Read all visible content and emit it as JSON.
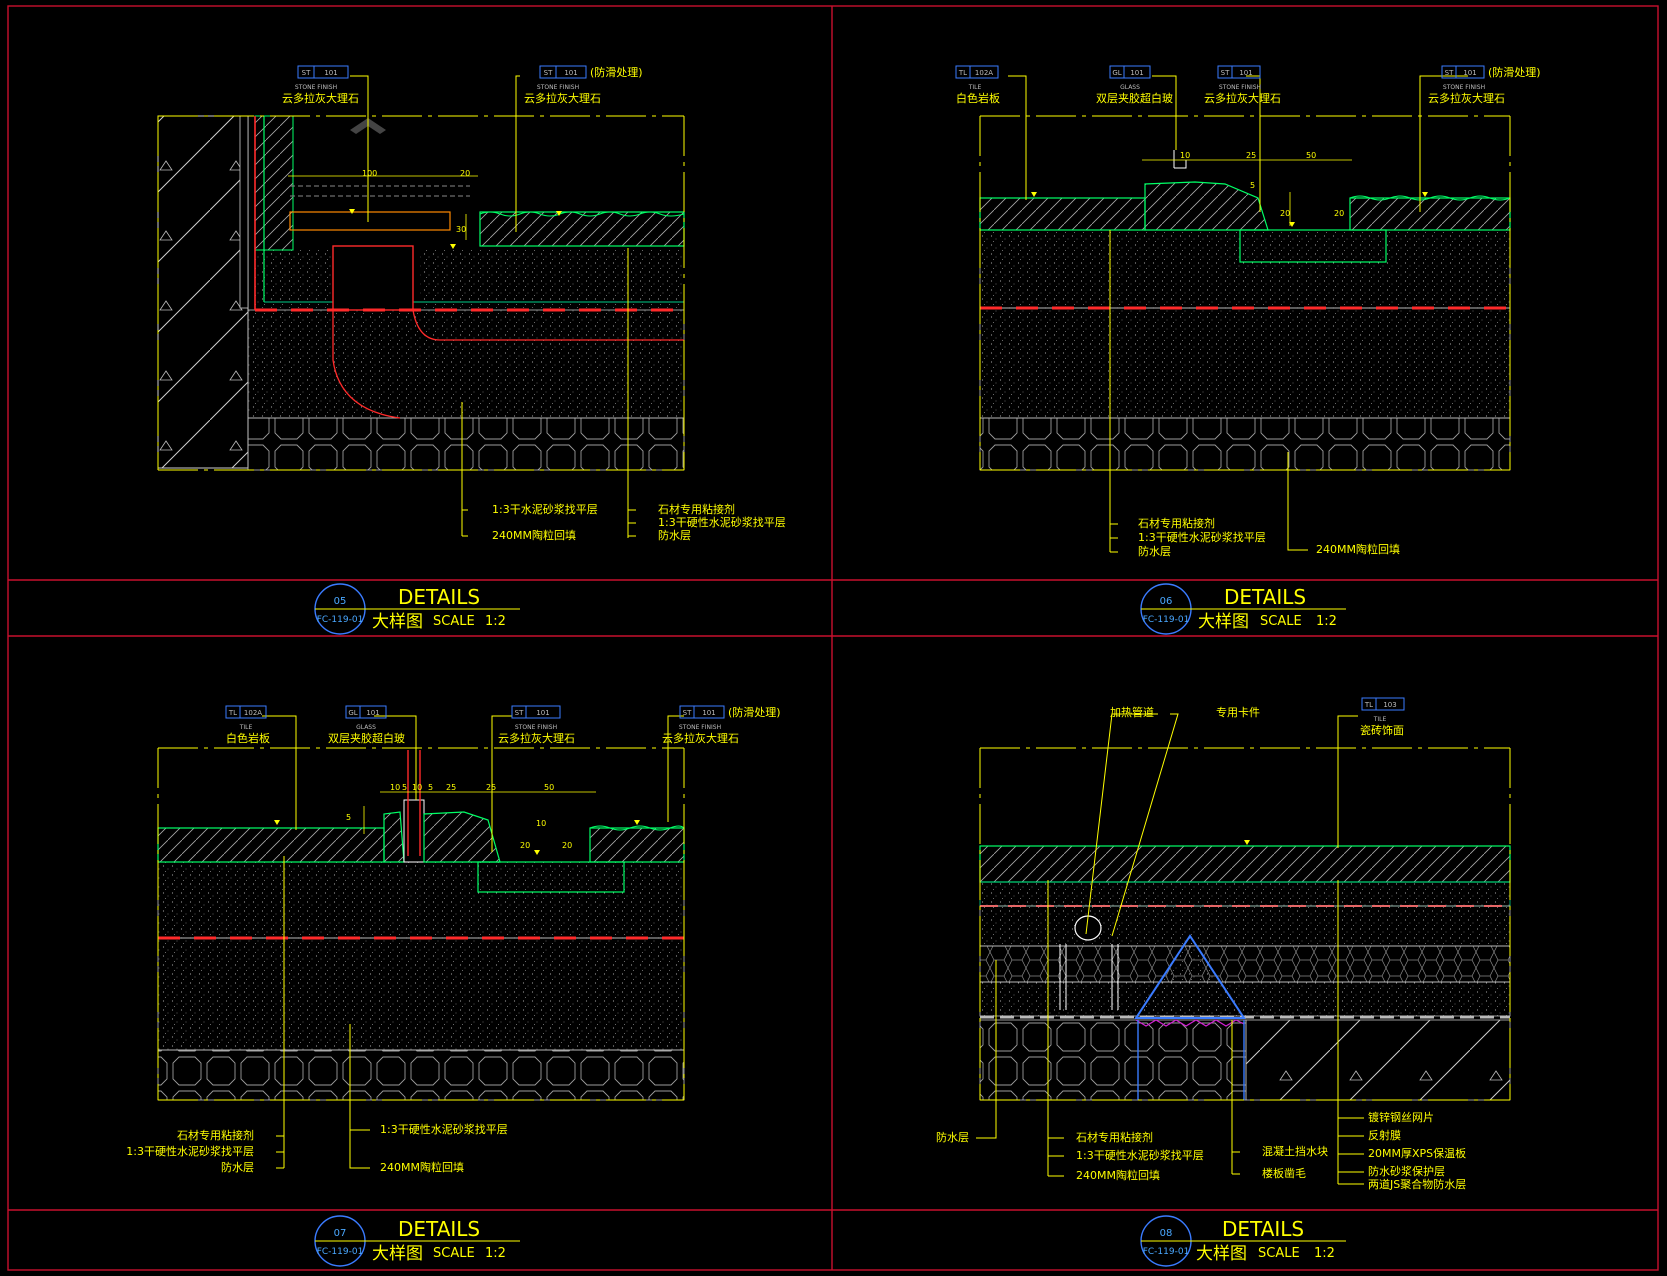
{
  "panels": [
    {
      "id": "p1",
      "callouts": [
        {
          "code": "ST",
          "num": "101",
          "sub": "STONE FINISH",
          "cn": "云多拉灰大理石",
          "extra": ""
        },
        {
          "code": "ST",
          "num": "101",
          "sub": "STONE FINISH",
          "cn": "云多拉灰大理石",
          "extra": "(防滑处理)"
        }
      ],
      "dims": [
        "100",
        "20",
        "30"
      ],
      "notes": [
        "1:3干水泥砂浆找平层",
        "240MM陶粒回填",
        "石材专用粘接剂",
        "1:3干硬性水泥砂浆找平层",
        "防水层"
      ],
      "title": {
        "bubble_num": "05",
        "bubble_ref": "FC-119-01",
        "title_en": "DETAILS",
        "title_cn": "大样图",
        "scale": "SCALE",
        "scale_val": "1:2"
      }
    },
    {
      "id": "p2",
      "callouts": [
        {
          "code": "TL",
          "num": "102A",
          "sub": "TILE",
          "cn": "白色岩板",
          "extra": ""
        },
        {
          "code": "GL",
          "num": "101",
          "sub": "GLASS",
          "cn": "双层夹胶超白玻",
          "extra": ""
        },
        {
          "code": "ST",
          "num": "101",
          "sub": "STONE FINISH",
          "cn": "云多拉灰大理石",
          "extra": ""
        },
        {
          "code": "ST",
          "num": "101",
          "sub": "STONE FINISH",
          "cn": "云多拉灰大理石",
          "extra": "(防滑处理)"
        }
      ],
      "dims": [
        "10",
        "25",
        "50",
        "5",
        "20",
        "20"
      ],
      "notes": [
        "石材专用粘接剂",
        "1:3干硬性水泥砂浆找平层",
        "防水层",
        "240MM陶粒回填"
      ],
      "title": {
        "bubble_num": "06",
        "bubble_ref": "FC-119-01",
        "title_en": "DETAILS",
        "title_cn": "大样图",
        "scale": "SCALE",
        "scale_val": "1:2"
      }
    },
    {
      "id": "p3",
      "callouts": [
        {
          "code": "TL",
          "num": "102A",
          "sub": "TILE",
          "cn": "白色岩板",
          "extra": ""
        },
        {
          "code": "GL",
          "num": "101",
          "sub": "GLASS",
          "cn": "双层夹胶超白玻",
          "extra": ""
        },
        {
          "code": "ST",
          "num": "101",
          "sub": "STONE FINISH",
          "cn": "云多拉灰大理石",
          "extra": ""
        },
        {
          "code": "ST",
          "num": "101",
          "sub": "STONE FINISH",
          "cn": "云多拉灰大理石",
          "extra": "(防滑处理)"
        }
      ],
      "dims": [
        "10",
        "5",
        "10",
        "5",
        "25",
        "25",
        "50",
        "5",
        "10",
        "20",
        "20"
      ],
      "notes": [
        "石材专用粘接剂",
        "1:3干硬性水泥砂浆找平层",
        "防水层",
        "1:3干硬性水泥砂浆找平层",
        "240MM陶粒回填"
      ],
      "title": {
        "bubble_num": "07",
        "bubble_ref": "FC-119-01",
        "title_en": "DETAILS",
        "title_cn": "大样图",
        "scale": "SCALE",
        "scale_val": "1:2"
      }
    },
    {
      "id": "p4",
      "callouts": [
        {
          "code": "TL",
          "num": "103",
          "sub": "TILE",
          "cn": "瓷砖饰面",
          "extra": ""
        }
      ],
      "top_labels": [
        "加热管道",
        "专用卡件"
      ],
      "dims": [],
      "notes": [
        "防水层",
        "石材专用粘接剂",
        "1:3干硬性水泥砂浆找平层",
        "240MM陶粒回填",
        "混凝土挡水块",
        "楼板凿毛",
        "镀锌钢丝网片",
        "反射膜",
        "20MM厚XPS保温板",
        "防水砂浆保护层",
        "两道JS聚合物防水层"
      ],
      "title": {
        "bubble_num": "08",
        "bubble_ref": "FC-119-01",
        "title_en": "DETAILS",
        "title_cn": "大样图",
        "scale": "SCALE",
        "scale_val": "1:2"
      }
    }
  ],
  "colors": {
    "frame": "#c8102e",
    "annotation": "#ffff00",
    "structure": "#00ff66",
    "bubble": "#3a7bff",
    "waterproof": "#ff2a2a"
  }
}
